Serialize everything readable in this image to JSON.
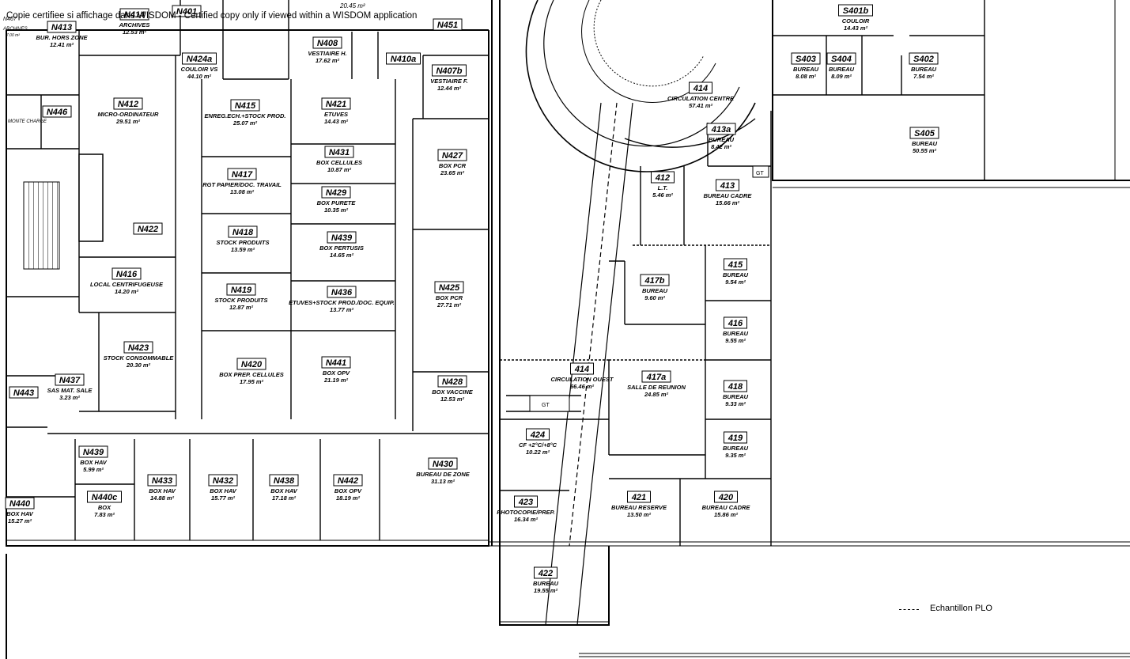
{
  "watermark": "Copie certifiee si affichage dans WISDOM - Certified copy only if viewed within a WISDOM application",
  "legend": {
    "label": "Echantillon PLO",
    "line_style": "dashed"
  },
  "colors": {
    "line": "#000000",
    "background": "#ffffff"
  },
  "top_fragments": [
    {
      "id": "t1",
      "text": "20.45 m²"
    },
    {
      "id": "t2",
      "text": "N467"
    },
    {
      "id": "t3",
      "text": "ARCHIVES"
    },
    {
      "id": "t4",
      "text": "7.00 m²"
    },
    {
      "id": "t5",
      "text": "MONTE CHARGE"
    }
  ],
  "rooms": [
    {
      "id": "n414",
      "code": "N414",
      "name": "ARCHIVES",
      "area": "12.53 m²"
    },
    {
      "id": "n413",
      "code": "N413",
      "name": "BUR. HORS ZONE",
      "area": "12.41 m²"
    },
    {
      "id": "n424a",
      "code": "N424a",
      "name": "COULOIR VS",
      "area": "44.10 m²"
    },
    {
      "id": "n408",
      "code": "N408",
      "name": "VESTIAIRE H.",
      "area": "17.62 m²"
    },
    {
      "id": "n407b",
      "code": "N407b",
      "name": "VESTIAIRE F.",
      "area": "12.44 m²"
    },
    {
      "id": "n412",
      "code": "N412",
      "name": "MICRO-ORDINATEUR",
      "area": "29.51 m²"
    },
    {
      "id": "n415",
      "code": "N415",
      "name": "ENREG.ECH.+STOCK PROD.",
      "area": "25.07 m²"
    },
    {
      "id": "n421",
      "code": "N421",
      "name": "ETUVES",
      "area": "14.43 m²"
    },
    {
      "id": "n431",
      "code": "N431",
      "name": "BOX CELLULES",
      "area": "10.87 m²"
    },
    {
      "id": "n427",
      "code": "N427",
      "name": "BOX PCR",
      "area": "23.65 m²"
    },
    {
      "id": "n417",
      "code": "N417",
      "name": "RGT PAPIER/DOC. TRAVAIL",
      "area": "13.08 m²"
    },
    {
      "id": "n429",
      "code": "N429",
      "name": "BOX PURETE",
      "area": "10.35 m²"
    },
    {
      "id": "n418",
      "code": "N418",
      "name": "STOCK PRODUITS",
      "area": "13.59 m²"
    },
    {
      "id": "n439",
      "code": "N439",
      "name": "BOX PERTUSIS",
      "area": "14.65 m²"
    },
    {
      "id": "n416",
      "code": "N416",
      "name": "LOCAL CENTRIFUGEUSE",
      "area": "14.20 m²"
    },
    {
      "id": "n419",
      "code": "N419",
      "name": "STOCK PRODUITS",
      "area": "12.87 m²"
    },
    {
      "id": "n436",
      "code": "N436",
      "name": "ETUVES+STOCK PROD./DOC. EQUIP.",
      "area": "13.77 m²"
    },
    {
      "id": "n425",
      "code": "N425",
      "name": "BOX PCR",
      "area": "27.71 m²"
    },
    {
      "id": "n423",
      "code": "N423",
      "name": "STOCK CONSOMMABLE",
      "area": "20.30 m²"
    },
    {
      "id": "n420",
      "code": "N420",
      "name": "BOX PREP. CELLULES",
      "area": "17.95 m²"
    },
    {
      "id": "n441",
      "code": "N441",
      "name": "BOX OPV",
      "area": "21.19 m²"
    },
    {
      "id": "n428",
      "code": "N428",
      "name": "BOX VACCINE",
      "area": "12.53 m²"
    },
    {
      "id": "n437",
      "code": "N437",
      "name": "SAS MAT. SALE",
      "area": "3.23 m²"
    },
    {
      "id": "n430",
      "code": "N430",
      "name": "BUREAU DE ZONE",
      "area": "31.13 m²"
    },
    {
      "id": "n433",
      "code": "N433",
      "name": "BOX HAV",
      "area": "14.88 m²"
    },
    {
      "id": "n432",
      "code": "N432",
      "name": "BOX HAV",
      "area": "15.77 m²"
    },
    {
      "id": "n438",
      "code": "N438",
      "name": "BOX HAV",
      "area": "17.18 m²"
    },
    {
      "id": "n442",
      "code": "N442",
      "name": "BOX OPV",
      "area": "18.19 m²"
    },
    {
      "id": "n440c",
      "code": "N440c",
      "name": "BOX",
      "area": "7.83 m²"
    },
    {
      "id": "n440",
      "code": "N440",
      "name": "BOX HAV",
      "area": "15.27 m²"
    },
    {
      "id": "n439b",
      "code": "N439",
      "name": "BOX HAV",
      "area": "5.99 m²"
    },
    {
      "id": "r414a",
      "code": "414",
      "name": "CIRCULATION CENTRE",
      "area": "57.41 m²"
    },
    {
      "id": "r413a",
      "code": "413a",
      "name": "BUREAU",
      "area": "8.42 m²"
    },
    {
      "id": "r412",
      "code": "412",
      "name": "L.T.",
      "area": "5.46 m²"
    },
    {
      "id": "r413",
      "code": "413",
      "name": "BUREAU CADRE",
      "area": "15.66 m²"
    },
    {
      "id": "r415",
      "code": "415",
      "name": "BUREAU",
      "area": "9.54 m²"
    },
    {
      "id": "r417b",
      "code": "417b",
      "name": "BUREAU",
      "area": "9.60 m²"
    },
    {
      "id": "r416",
      "code": "416",
      "name": "BUREAU",
      "area": "9.55 m²"
    },
    {
      "id": "r414b",
      "code": "414",
      "name": "CIRCULATION OUEST",
      "area": "66.46 m²"
    },
    {
      "id": "r417a",
      "code": "417a",
      "name": "SALLE DE REUNION",
      "area": "24.85 m²"
    },
    {
      "id": "r418",
      "code": "418",
      "name": "BUREAU",
      "area": "9.33 m²"
    },
    {
      "id": "r424",
      "code": "424",
      "name": "CF +2°C/+8°C",
      "area": "10.22 m²"
    },
    {
      "id": "r419",
      "code": "419",
      "name": "BUREAU",
      "area": "9.35 m²"
    },
    {
      "id": "r423",
      "code": "423",
      "name": "PHOTOCOPIE/PREP.",
      "area": "16.34 m²"
    },
    {
      "id": "r421",
      "code": "421",
      "name": "BUREAU RESERVE",
      "area": "13.50 m²"
    },
    {
      "id": "r420",
      "code": "420",
      "name": "BUREAU CADRE",
      "area": "15.86 m²"
    },
    {
      "id": "r422",
      "code": "422",
      "name": "BUREAU",
      "area": "19.55 m²"
    },
    {
      "id": "s401b",
      "code": "S401b",
      "name": "COULOIR",
      "area": "14.43 m²"
    },
    {
      "id": "s403",
      "code": "S403",
      "name": "BUREAU",
      "area": "8.08 m²"
    },
    {
      "id": "s404",
      "code": "S404",
      "name": "BUREAU",
      "area": "8.09 m²"
    },
    {
      "id": "s402",
      "code": "S402",
      "name": "BUREAU",
      "area": "7.54 m²"
    },
    {
      "id": "s405",
      "code": "S405",
      "name": "BUREAU",
      "area": "50.55 m²"
    },
    {
      "id": "n446",
      "code": "N446",
      "name": "",
      "area": ""
    },
    {
      "id": "n422",
      "code": "N422",
      "name": "",
      "area": ""
    },
    {
      "id": "n410a",
      "code": "N410a",
      "name": "",
      "area": ""
    },
    {
      "id": "n401",
      "code": "N401",
      "name": "",
      "area": ""
    },
    {
      "id": "n451",
      "code": "N451",
      "name": "",
      "area": ""
    },
    {
      "id": "n443",
      "code": "N443",
      "name": "",
      "area": ""
    }
  ],
  "symbols": {
    "gt_label": "GT"
  }
}
